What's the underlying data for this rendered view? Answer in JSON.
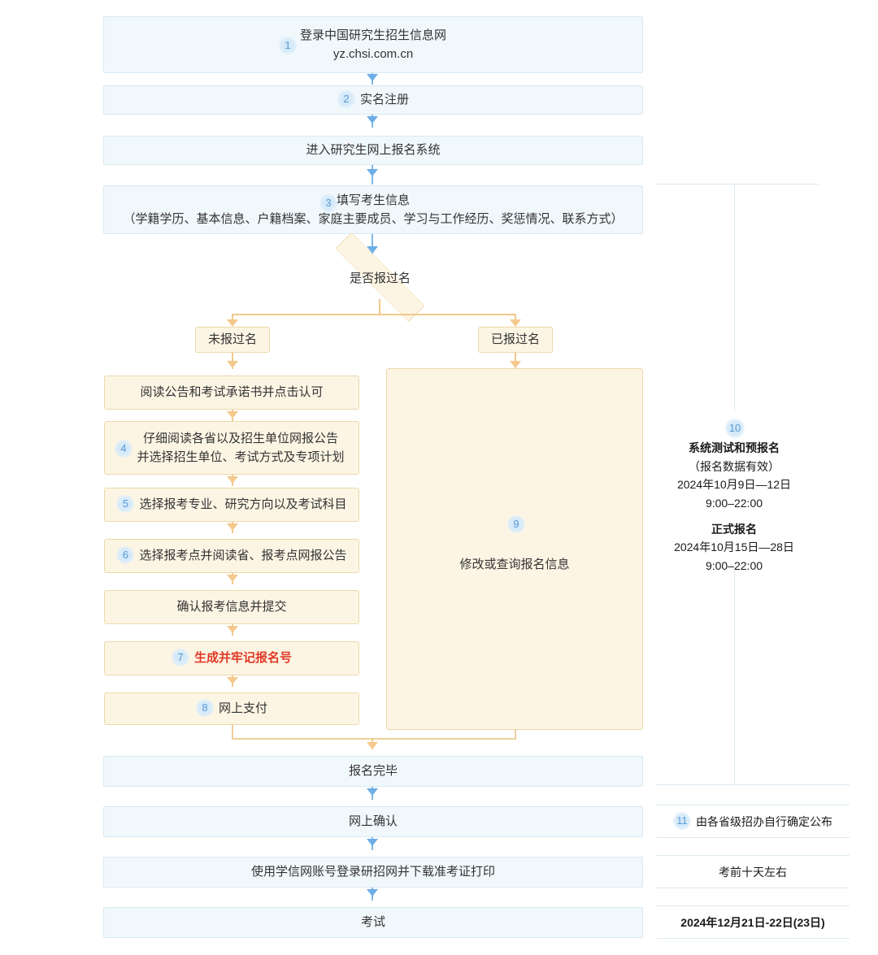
{
  "flow": {
    "steps": [
      {
        "num": "1",
        "line1": "登录中国研究生招生信息网",
        "line2": "yz.chsi.com.cn",
        "style": "blue"
      },
      {
        "num": "2",
        "line1": "实名注册",
        "style": "blue"
      },
      {
        "num": "",
        "line1": "进入研究生网上报名系统",
        "style": "blue"
      },
      {
        "num": "3",
        "line1": "填写考生信息",
        "line2": "（学籍学历、基本信息、户籍档案、家庭主要成员、学习与工作经历、奖惩情况、联系方式）",
        "style": "blue"
      }
    ],
    "decision": {
      "label": "是否报过名"
    },
    "branches": {
      "left_label": "未报过名",
      "right_label": "已报过名"
    },
    "left_steps": [
      {
        "num": "",
        "line1": "阅读公告和考试承诺书并点击认可"
      },
      {
        "num": "4",
        "line1": "仔细阅读各省以及招生单位网报公告",
        "line2": "并选择招生单位、考试方式及专项计划"
      },
      {
        "num": "5",
        "line1": "选择报考专业、研究方向以及考试科目"
      },
      {
        "num": "6",
        "line1": "选择报考点并阅读省、报考点网报公告"
      },
      {
        "num": "",
        "line1": "确认报考信息并提交"
      },
      {
        "num": "7",
        "line1": "生成并牢记报名号",
        "highlight": true
      },
      {
        "num": "8",
        "line1": "网上支付"
      }
    ],
    "right_branch": {
      "num": "9",
      "label": "修改或查询报名信息"
    },
    "tail_steps": [
      {
        "num": "",
        "line1": "报名完毕"
      },
      {
        "num": "",
        "line1": "网上确认"
      },
      {
        "num": "",
        "line1": "使用学信网账号登录研招网并下载准考证打印"
      },
      {
        "num": "",
        "line1": "考试"
      }
    ]
  },
  "schedule": {
    "registration": {
      "num": "10",
      "pretest_title": "系统测试和预报名",
      "pretest_note": "（报名数据有效）",
      "pretest_date": "2024年10月9日—12日",
      "pretest_time": "9:00–22:00",
      "formal_title": "正式报名",
      "formal_date": "2024年10月15日—28日",
      "formal_time": "9:00–22:00"
    },
    "confirm": {
      "num": "11",
      "text": "由各省级招办自行确定公布"
    },
    "admit_card": {
      "text": "考前十天左右"
    },
    "exam": {
      "text": "2024年12月21日-22日(23日)"
    }
  },
  "colors": {
    "blue_fill": "#f1f8fc",
    "blue_border": "#d8e9f3",
    "cream_fill": "#fdf5e4",
    "cream_border": "#ecd9ab",
    "arrow_blue": "#6daee6",
    "arrow_tan": "#f5c98d",
    "highlight_red": "#e03a27",
    "badge_blue": "#5b9bd5"
  }
}
